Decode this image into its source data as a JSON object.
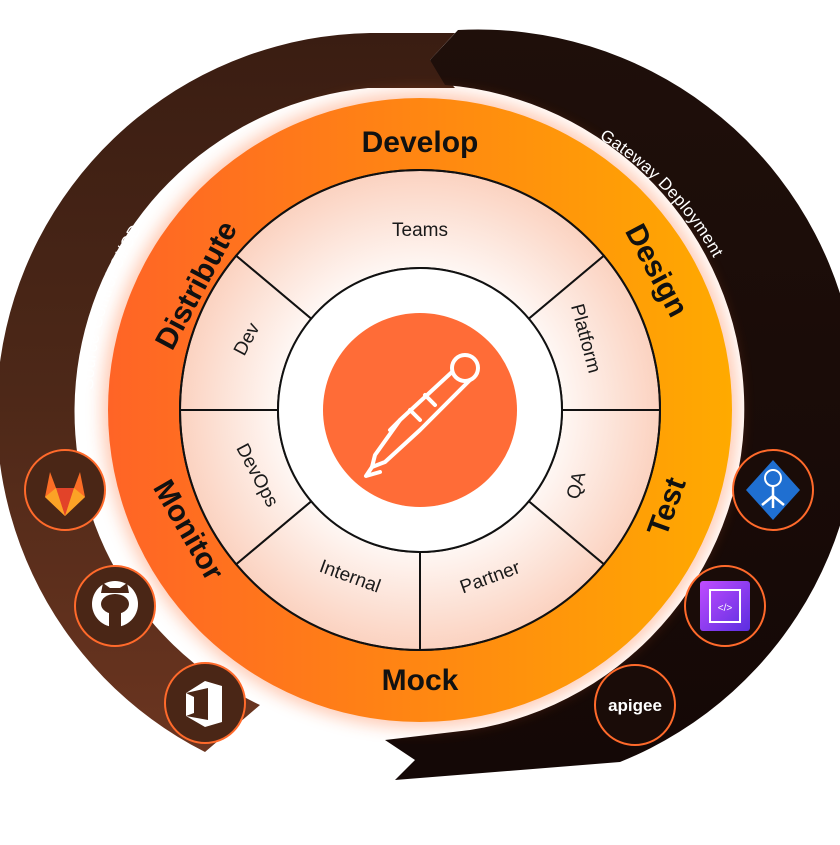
{
  "outer_arcs": {
    "left_label": "Source Control CI/CD",
    "right_label": "Gateway Deployment"
  },
  "phases": {
    "develop": "Develop",
    "design": "Design",
    "test": "Test",
    "mock": "Mock",
    "monitor": "Monitor",
    "distribute": "Distribute"
  },
  "audiences": {
    "teams": "Teams",
    "platform": "Platform",
    "qa": "QA",
    "partner": "Partner",
    "internal": "Internal",
    "devops": "DevOps",
    "dev": "Dev"
  },
  "logos": {
    "left": [
      "gitlab-icon",
      "github-icon",
      "azure-devops-icon"
    ],
    "right": [
      "azure-api-management-icon",
      "aws-api-gateway-icon",
      "apigee-icon"
    ],
    "apigee_text": "apigee"
  },
  "colors": {
    "arc_dark": "#2a150e",
    "arc_mid": "#4a2616",
    "ring_orange_left": "#ff6a2b",
    "ring_orange_right": "#ffa200",
    "segment_fill": "#fde2d6",
    "center_brand": "#ff6c37"
  }
}
